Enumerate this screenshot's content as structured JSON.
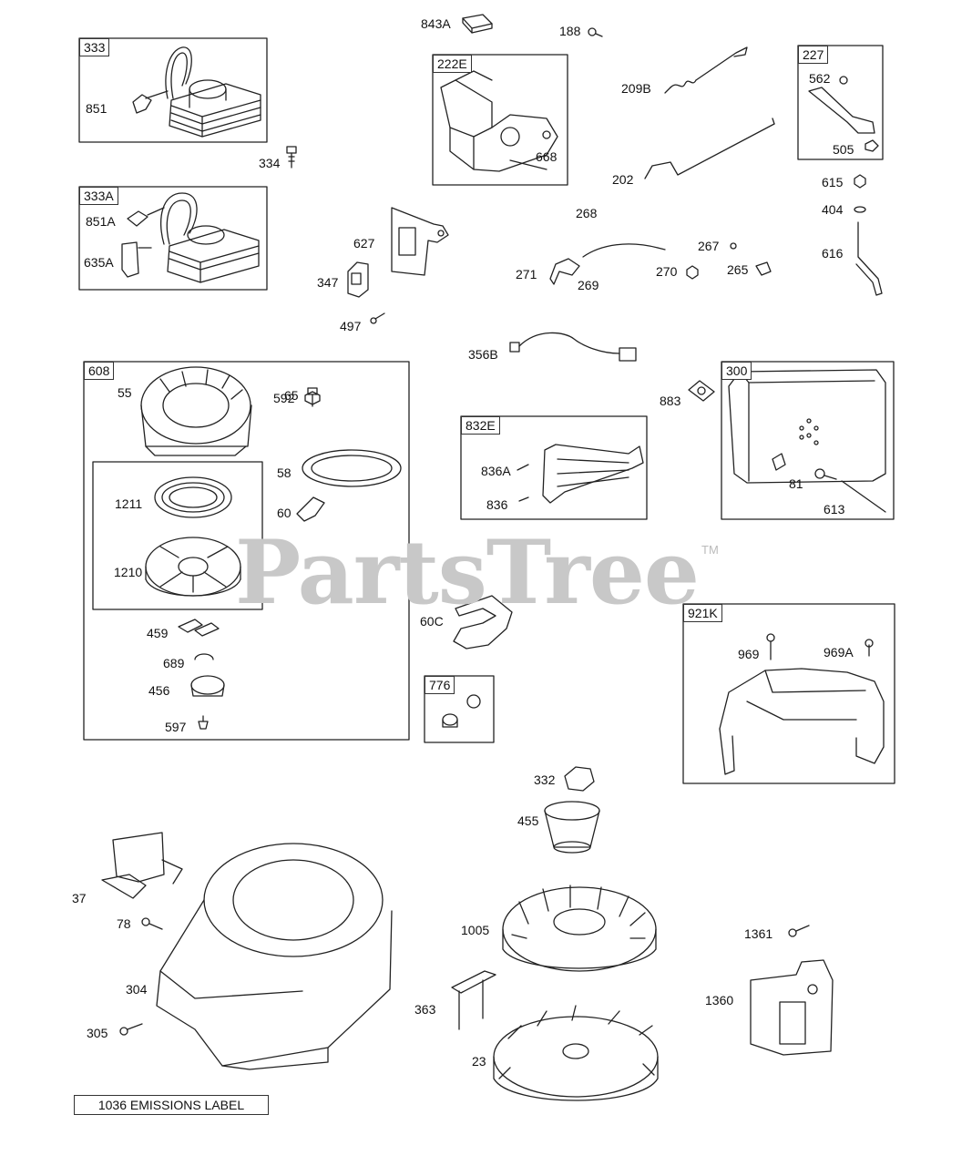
{
  "watermark": {
    "brand": "PartsTree",
    "trademark": "TM"
  },
  "boxes": {
    "b333": "333",
    "b333A": "333A",
    "b222E": "222E",
    "b227": "227",
    "b608": "608",
    "b832E": "832E",
    "b300": "300",
    "b921K": "921K",
    "b776": "776"
  },
  "labels": {
    "l843A": "843A",
    "l188": "188",
    "l851": "851",
    "l334": "334",
    "l668": "668",
    "l209B": "209B",
    "l202": "202",
    "l562": "562",
    "l505": "505",
    "l615": "615",
    "l404": "404",
    "l616": "616",
    "l851A": "851A",
    "l635A": "635A",
    "l627": "627",
    "l347": "347",
    "l497": "497",
    "l268": "268",
    "l271": "271",
    "l269": "269",
    "l270": "270",
    "l267": "267",
    "l265": "265",
    "l356B": "356B",
    "l65": "65",
    "l592": "592",
    "l55": "55",
    "l58": "58",
    "l60": "60",
    "l1211": "1211",
    "l1210": "1210",
    "l459": "459",
    "l689": "689",
    "l456": "456",
    "l597": "597",
    "l883": "883",
    "l836A": "836A",
    "l836": "836",
    "l81": "81",
    "l613": "613",
    "l60C": "60C",
    "l969": "969",
    "l969A": "969A",
    "l332": "332",
    "l455": "455",
    "l37": "37",
    "l78": "78",
    "l1005": "1005",
    "l1361": "1361",
    "l304": "304",
    "l363": "363",
    "l1360": "1360",
    "l305": "305",
    "l23": "23"
  },
  "emissions_label": "1036 EMISSIONS LABEL"
}
